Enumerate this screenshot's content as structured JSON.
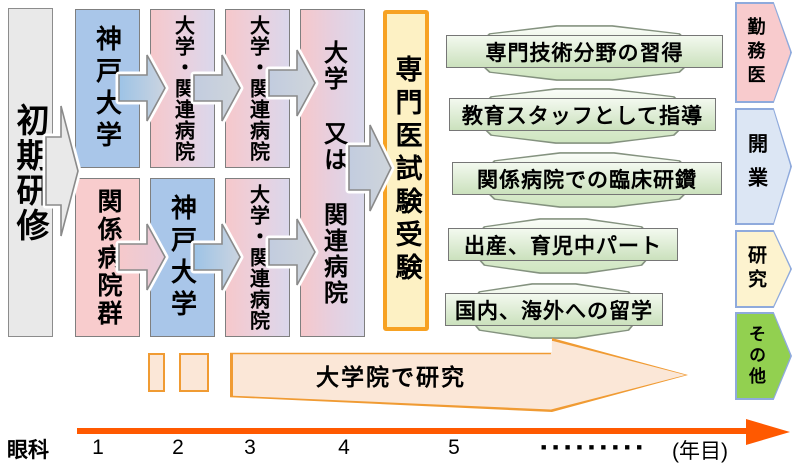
{
  "flow": {
    "initial": "初期研修",
    "row1": [
      "神戸大学",
      "大学・関連病院",
      "大学・関連病院"
    ],
    "row2": [
      "関係病院群",
      "神戸大学",
      "大学・関連病院"
    ],
    "merge": "大学 又は 関連病院",
    "exam": "専門医試験受験"
  },
  "activities": [
    "専門技術分野の習得",
    "教育スタッフとして指導",
    "関係病院での臨床研鑽",
    "出産、育児中パート",
    "国内、海外への留学"
  ],
  "careers": [
    {
      "label": "勤務医",
      "color": "#F8CBCD"
    },
    {
      "label": "開業",
      "color": "#DCE6F4"
    },
    {
      "label": "研究",
      "color": "#FDF3CF"
    },
    {
      "label": "その他",
      "color": "#92D050"
    }
  ],
  "grad_school": {
    "label": "大学院で研究"
  },
  "axis": {
    "department": "眼科",
    "years": [
      "1",
      "2",
      "3",
      "4",
      "5"
    ],
    "dots": "■■■■■■■■■",
    "unit": "(年目)"
  },
  "palette": {
    "box_blue": "#A9C6E9",
    "box_pink": "#F8CCCD",
    "box_gray": "#E9E9E9",
    "box_gradient_pink": "#F6C8CB",
    "box_gradient_lavender": "#DAD7EB",
    "exam_fill": "#FDF1C4",
    "exam_border": "#F7A223",
    "activity_fill": "#CBE1BD",
    "career_border": "#8FAADC",
    "grad_arrow_fill": "#FBE7D7",
    "grad_arrow_border": "#F09B33",
    "axis_color": "#FF5900"
  }
}
